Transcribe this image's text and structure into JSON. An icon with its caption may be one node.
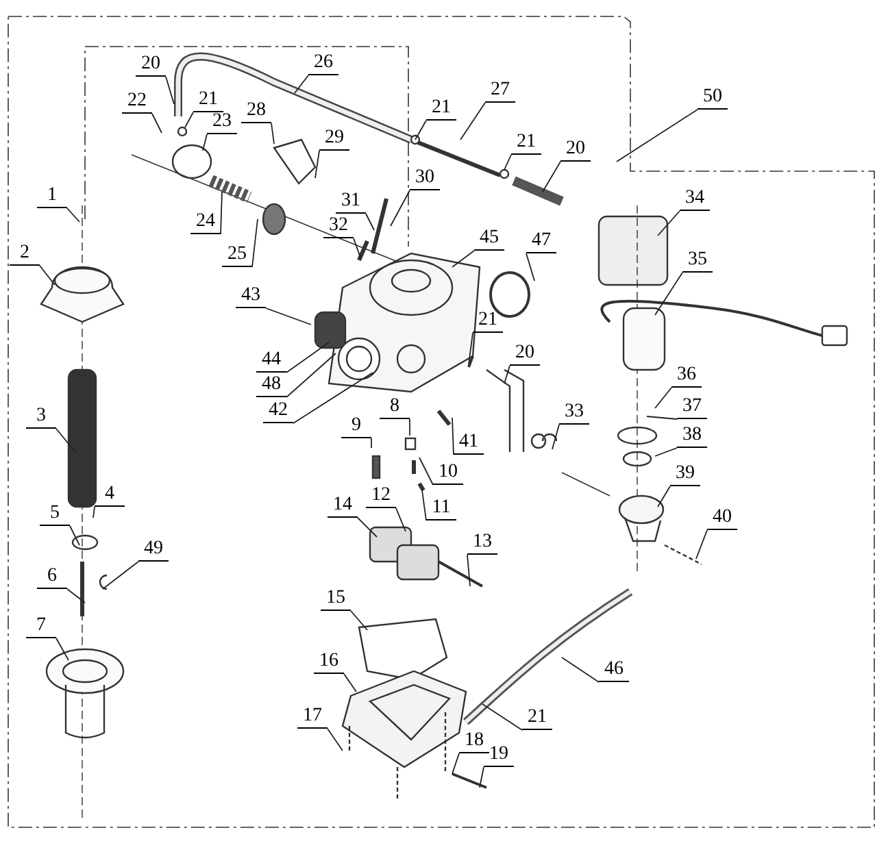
{
  "diagram": {
    "nodes": [
      {
        "text": [
          "20"
        ]
      },
      {
        "text": [
          "26"
        ]
      },
      {
        "text": [
          "50"
        ]
      },
      {
        "text": [
          "22"
        ]
      },
      {
        "text": [
          "21"
        ]
      },
      {
        "text": [
          "23"
        ]
      },
      {
        "text": [
          "28"
        ]
      },
      {
        "text": [
          "27"
        ]
      },
      {
        "text": [
          "21"
        ]
      },
      {
        "text": [
          "21"
        ]
      },
      {
        "text": [
          "20"
        ]
      },
      {
        "text": [
          "29"
        ]
      },
      {
        "text": [
          "30"
        ]
      },
      {
        "text": [
          "31"
        ]
      },
      {
        "text": [
          "32"
        ]
      },
      {
        "text": [
          "1"
        ]
      },
      {
        "text": [
          "24"
        ]
      },
      {
        "text": [
          "25"
        ]
      },
      {
        "text": [
          "34"
        ]
      },
      {
        "text": [
          "45"
        ]
      },
      {
        "text": [
          "47"
        ]
      },
      {
        "text": [
          "2"
        ]
      },
      {
        "text": [
          "35"
        ]
      },
      {
        "text": [
          "43"
        ]
      },
      {
        "text": [
          "21"
        ]
      },
      {
        "text": [
          "20"
        ]
      },
      {
        "text": [
          "44"
        ]
      },
      {
        "text": [
          "48"
        ]
      },
      {
        "text": [
          "36"
        ]
      },
      {
        "text": [
          "8"
        ]
      },
      {
        "text": [
          "42"
        ]
      },
      {
        "text": [
          "37"
        ]
      },
      {
        "text": [
          "33"
        ]
      },
      {
        "text": [
          "3"
        ]
      },
      {
        "text": [
          "9"
        ]
      },
      {
        "text": [
          "38"
        ]
      },
      {
        "text": [
          "41"
        ]
      },
      {
        "text": [
          "10"
        ]
      },
      {
        "text": [
          "39"
        ]
      },
      {
        "text": [
          "4"
        ]
      },
      {
        "text": [
          "12"
        ]
      },
      {
        "text": [
          "14"
        ]
      },
      {
        "text": [
          "11"
        ]
      },
      {
        "text": [
          "5"
        ]
      },
      {
        "text": [
          "40"
        ]
      },
      {
        "text": [
          "13"
        ]
      },
      {
        "text": [
          "49"
        ]
      },
      {
        "text": [
          "6"
        ]
      },
      {
        "text": [
          "15"
        ]
      },
      {
        "text": [
          "7"
        ]
      },
      {
        "text": [
          "16"
        ]
      },
      {
        "text": [
          "46"
        ]
      },
      {
        "text": [
          "17"
        ]
      },
      {
        "text": [
          "21"
        ]
      },
      {
        "text": [
          "18"
        ]
      },
      {
        "text": [
          "19"
        ]
      }
    ],
    "edges": [
      {
        "from": 0,
        "to": null,
        "arrow": "none"
      },
      {
        "from": 1,
        "to": null,
        "arrow": "none"
      },
      {
        "from": 2,
        "to": null,
        "arrow": "none"
      },
      {
        "from": 3,
        "to": null,
        "arrow": "none"
      },
      {
        "from": 4,
        "to": null,
        "arrow": "none"
      },
      {
        "from": 5,
        "to": null,
        "arrow": "none"
      },
      {
        "from": 6,
        "to": null,
        "arrow": "none"
      },
      {
        "from": 7,
        "to": null,
        "arrow": "none"
      },
      {
        "from": 8,
        "to": null,
        "arrow": "none"
      },
      {
        "from": 9,
        "to": null,
        "arrow": "none"
      },
      {
        "from": 10,
        "to": null,
        "arrow": "none"
      },
      {
        "from": 11,
        "to": null,
        "arrow": "none"
      },
      {
        "from": 12,
        "to": null,
        "arrow": "none"
      },
      {
        "from": 13,
        "to": null,
        "arrow": "none"
      },
      {
        "from": 14,
        "to": null,
        "arrow": "none"
      },
      {
        "from": 15,
        "to": null,
        "arrow": "none"
      },
      {
        "from": 16,
        "to": null,
        "arrow": "none"
      },
      {
        "from": 17,
        "to": null,
        "arrow": "none"
      },
      {
        "from": 18,
        "to": null,
        "arrow": "none"
      },
      {
        "from": 19,
        "to": null,
        "arrow": "none"
      },
      {
        "from": 20,
        "to": null,
        "arrow": "none"
      },
      {
        "from": 21,
        "to": null,
        "arrow": "none"
      },
      {
        "from": 22,
        "to": null,
        "arrow": "none"
      },
      {
        "from": 23,
        "to": null,
        "arrow": "none"
      },
      {
        "from": 24,
        "to": null,
        "arrow": "none"
      },
      {
        "from": 25,
        "to": null,
        "arrow": "none"
      },
      {
        "from": 26,
        "to": null,
        "arrow": "none"
      },
      {
        "from": 27,
        "to": null,
        "arrow": "none"
      },
      {
        "from": 28,
        "to": null,
        "arrow": "none"
      },
      {
        "from": 29,
        "to": null,
        "arrow": "none"
      },
      {
        "from": 30,
        "to": null,
        "arrow": "none"
      },
      {
        "from": 31,
        "to": null,
        "arrow": "none"
      },
      {
        "from": 32,
        "to": null,
        "arrow": "none"
      },
      {
        "from": 33,
        "to": null,
        "arrow": "none"
      },
      {
        "from": 34,
        "to": null,
        "arrow": "none"
      },
      {
        "from": 35,
        "to": null,
        "arrow": "none"
      },
      {
        "from": 36,
        "to": null,
        "arrow": "none"
      },
      {
        "from": 37,
        "to": null,
        "arrow": "none"
      },
      {
        "from": 38,
        "to": null,
        "arrow": "none"
      },
      {
        "from": 39,
        "to": null,
        "arrow": "none"
      },
      {
        "from": 40,
        "to": null,
        "arrow": "none"
      },
      {
        "from": 41,
        "to": null,
        "arrow": "none"
      },
      {
        "from": 42,
        "to": null,
        "arrow": "none"
      },
      {
        "from": 43,
        "to": null,
        "arrow": "none"
      },
      {
        "from": 44,
        "to": null,
        "arrow": "none"
      },
      {
        "from": 45,
        "to": null,
        "arrow": "none"
      },
      {
        "from": 46,
        "to": null,
        "arrow": "none"
      },
      {
        "from": 47,
        "to": null,
        "arrow": "none"
      },
      {
        "from": 48,
        "to": null,
        "arrow": "none"
      },
      {
        "from": 49,
        "to": null,
        "arrow": "none"
      },
      {
        "from": 50,
        "to": null,
        "arrow": "none"
      },
      {
        "from": 51,
        "to": null,
        "arrow": "none"
      },
      {
        "from": 52,
        "to": null,
        "arrow": "none"
      },
      {
        "from": 53,
        "to": null,
        "arrow": "none"
      },
      {
        "from": 54,
        "to": null,
        "arrow": "none"
      },
      {
        "from": 55,
        "to": null,
        "arrow": "none"
      }
    ]
  }
}
